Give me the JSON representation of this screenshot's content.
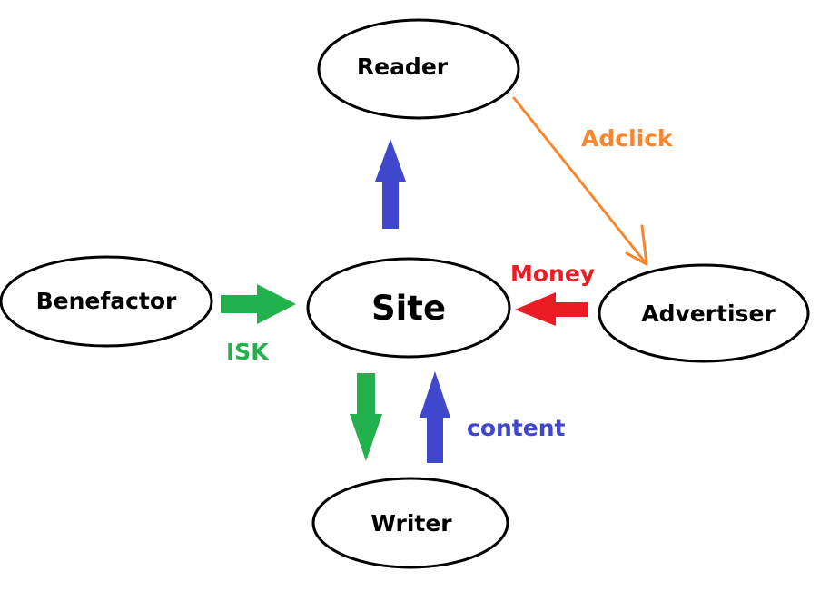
{
  "nodes": {
    "reader": "Reader",
    "site": "Site",
    "benefactor": "Benefactor",
    "advertiser": "Advertiser",
    "writer": "Writer"
  },
  "edge_labels": {
    "adclick": "Adclick",
    "money": "Money",
    "isk": "ISK",
    "content": "content"
  },
  "colors": {
    "adclick": "#f7872e",
    "money": "#ec1c24",
    "isk": "#22b14c",
    "content": "#3f48cc"
  }
}
